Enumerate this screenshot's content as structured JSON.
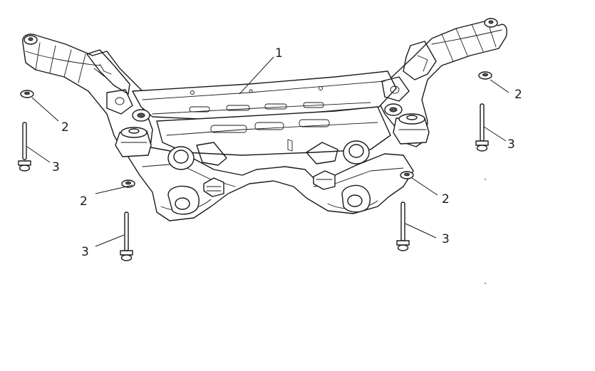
{
  "diagram": {
    "callouts": [
      {
        "label": "1",
        "part": "subframe"
      },
      {
        "label": "2",
        "part": "washer"
      },
      {
        "label": "3",
        "part": "bolt"
      }
    ]
  }
}
